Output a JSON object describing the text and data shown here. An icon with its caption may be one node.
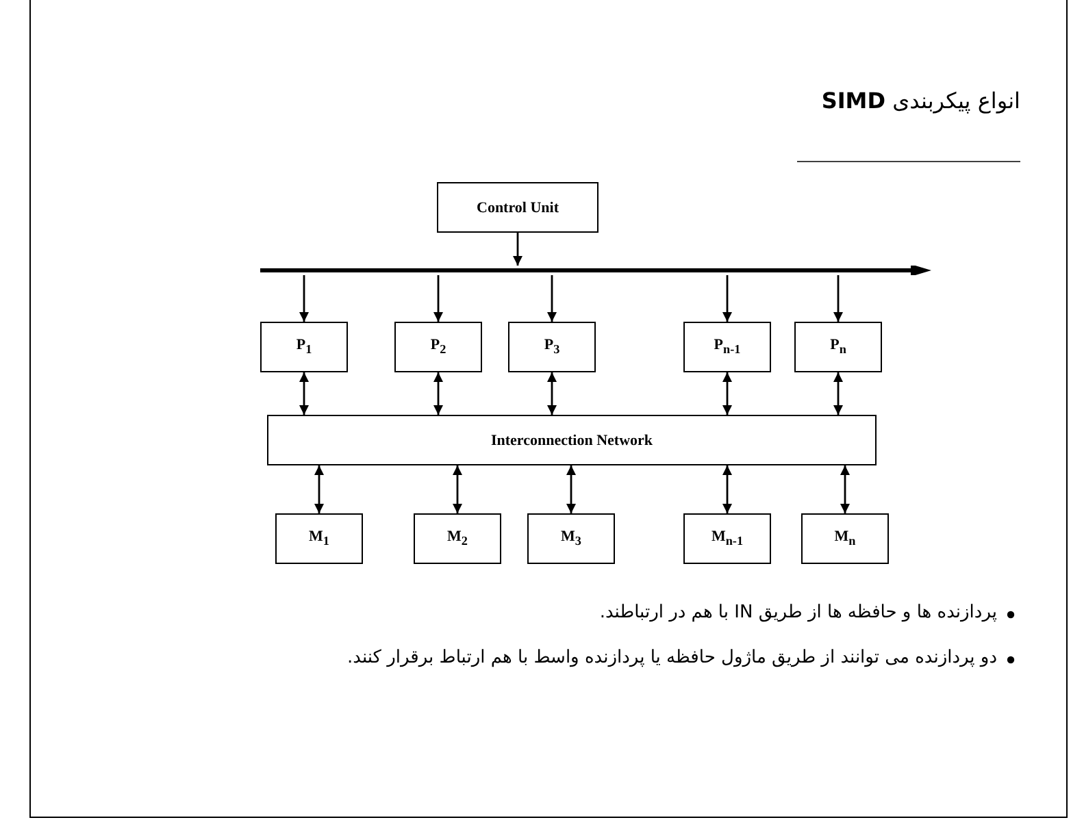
{
  "diagram": {
    "title": "انواع پیکربندی **SIMD**",
    "nodes": [
      {
        "text": [
          "Control Unit"
        ]
      },
      {
        "text": [],
        "shape": "bar"
      },
      {
        "text": [
          "P$_{1}$"
        ]
      },
      {
        "text": [
          "P$_{2}$"
        ]
      },
      {
        "text": [
          "P$_{3}$"
        ]
      },
      {
        "text": [
          "P$_{n-1}$"
        ]
      },
      {
        "text": [
          "P$_{n}$"
        ]
      },
      {
        "text": [
          "Interconnection Network"
        ]
      },
      {
        "text": [
          "M$_{1}$"
        ]
      },
      {
        "text": [
          "M$_{2}$"
        ]
      },
      {
        "text": [
          "M$_{3}$"
        ]
      },
      {
        "text": [
          "M$_{n-1}$"
        ]
      },
      {
        "text": [
          "M$_{n}$"
        ]
      }
    ],
    "edges": [
      {
        "from": 0,
        "to": 1,
        "arrow": "to"
      },
      {
        "from": 1,
        "to": 2,
        "arrow": "to"
      },
      {
        "from": 1,
        "to": 3,
        "arrow": "to"
      },
      {
        "from": 1,
        "to": 4,
        "arrow": "to"
      },
      {
        "from": 1,
        "to": 5,
        "arrow": "to"
      },
      {
        "from": 1,
        "to": 6,
        "arrow": "to"
      },
      {
        "from": 2,
        "to": 7,
        "arrow": "both"
      },
      {
        "from": 3,
        "to": 7,
        "arrow": "both"
      },
      {
        "from": 4,
        "to": 7,
        "arrow": "both"
      },
      {
        "from": 5,
        "to": 7,
        "arrow": "both"
      },
      {
        "from": 6,
        "to": 7,
        "arrow": "both"
      },
      {
        "from": 7,
        "to": 8,
        "arrow": "both"
      },
      {
        "from": 7,
        "to": 9,
        "arrow": "both"
      },
      {
        "from": 7,
        "to": 10,
        "arrow": "both"
      },
      {
        "from": 7,
        "to": 11,
        "arrow": "both"
      },
      {
        "from": 7,
        "to": 12,
        "arrow": "both"
      }
    ],
    "labels": [
      "پردازنده ها و حافظه ها از طریق IN با هم در ارتباطند.",
      "دو پردازنده می توانند از طریق ماژول حافظه یا پردازنده واسط با هم ارتباط برقرار کنند."
    ]
  }
}
